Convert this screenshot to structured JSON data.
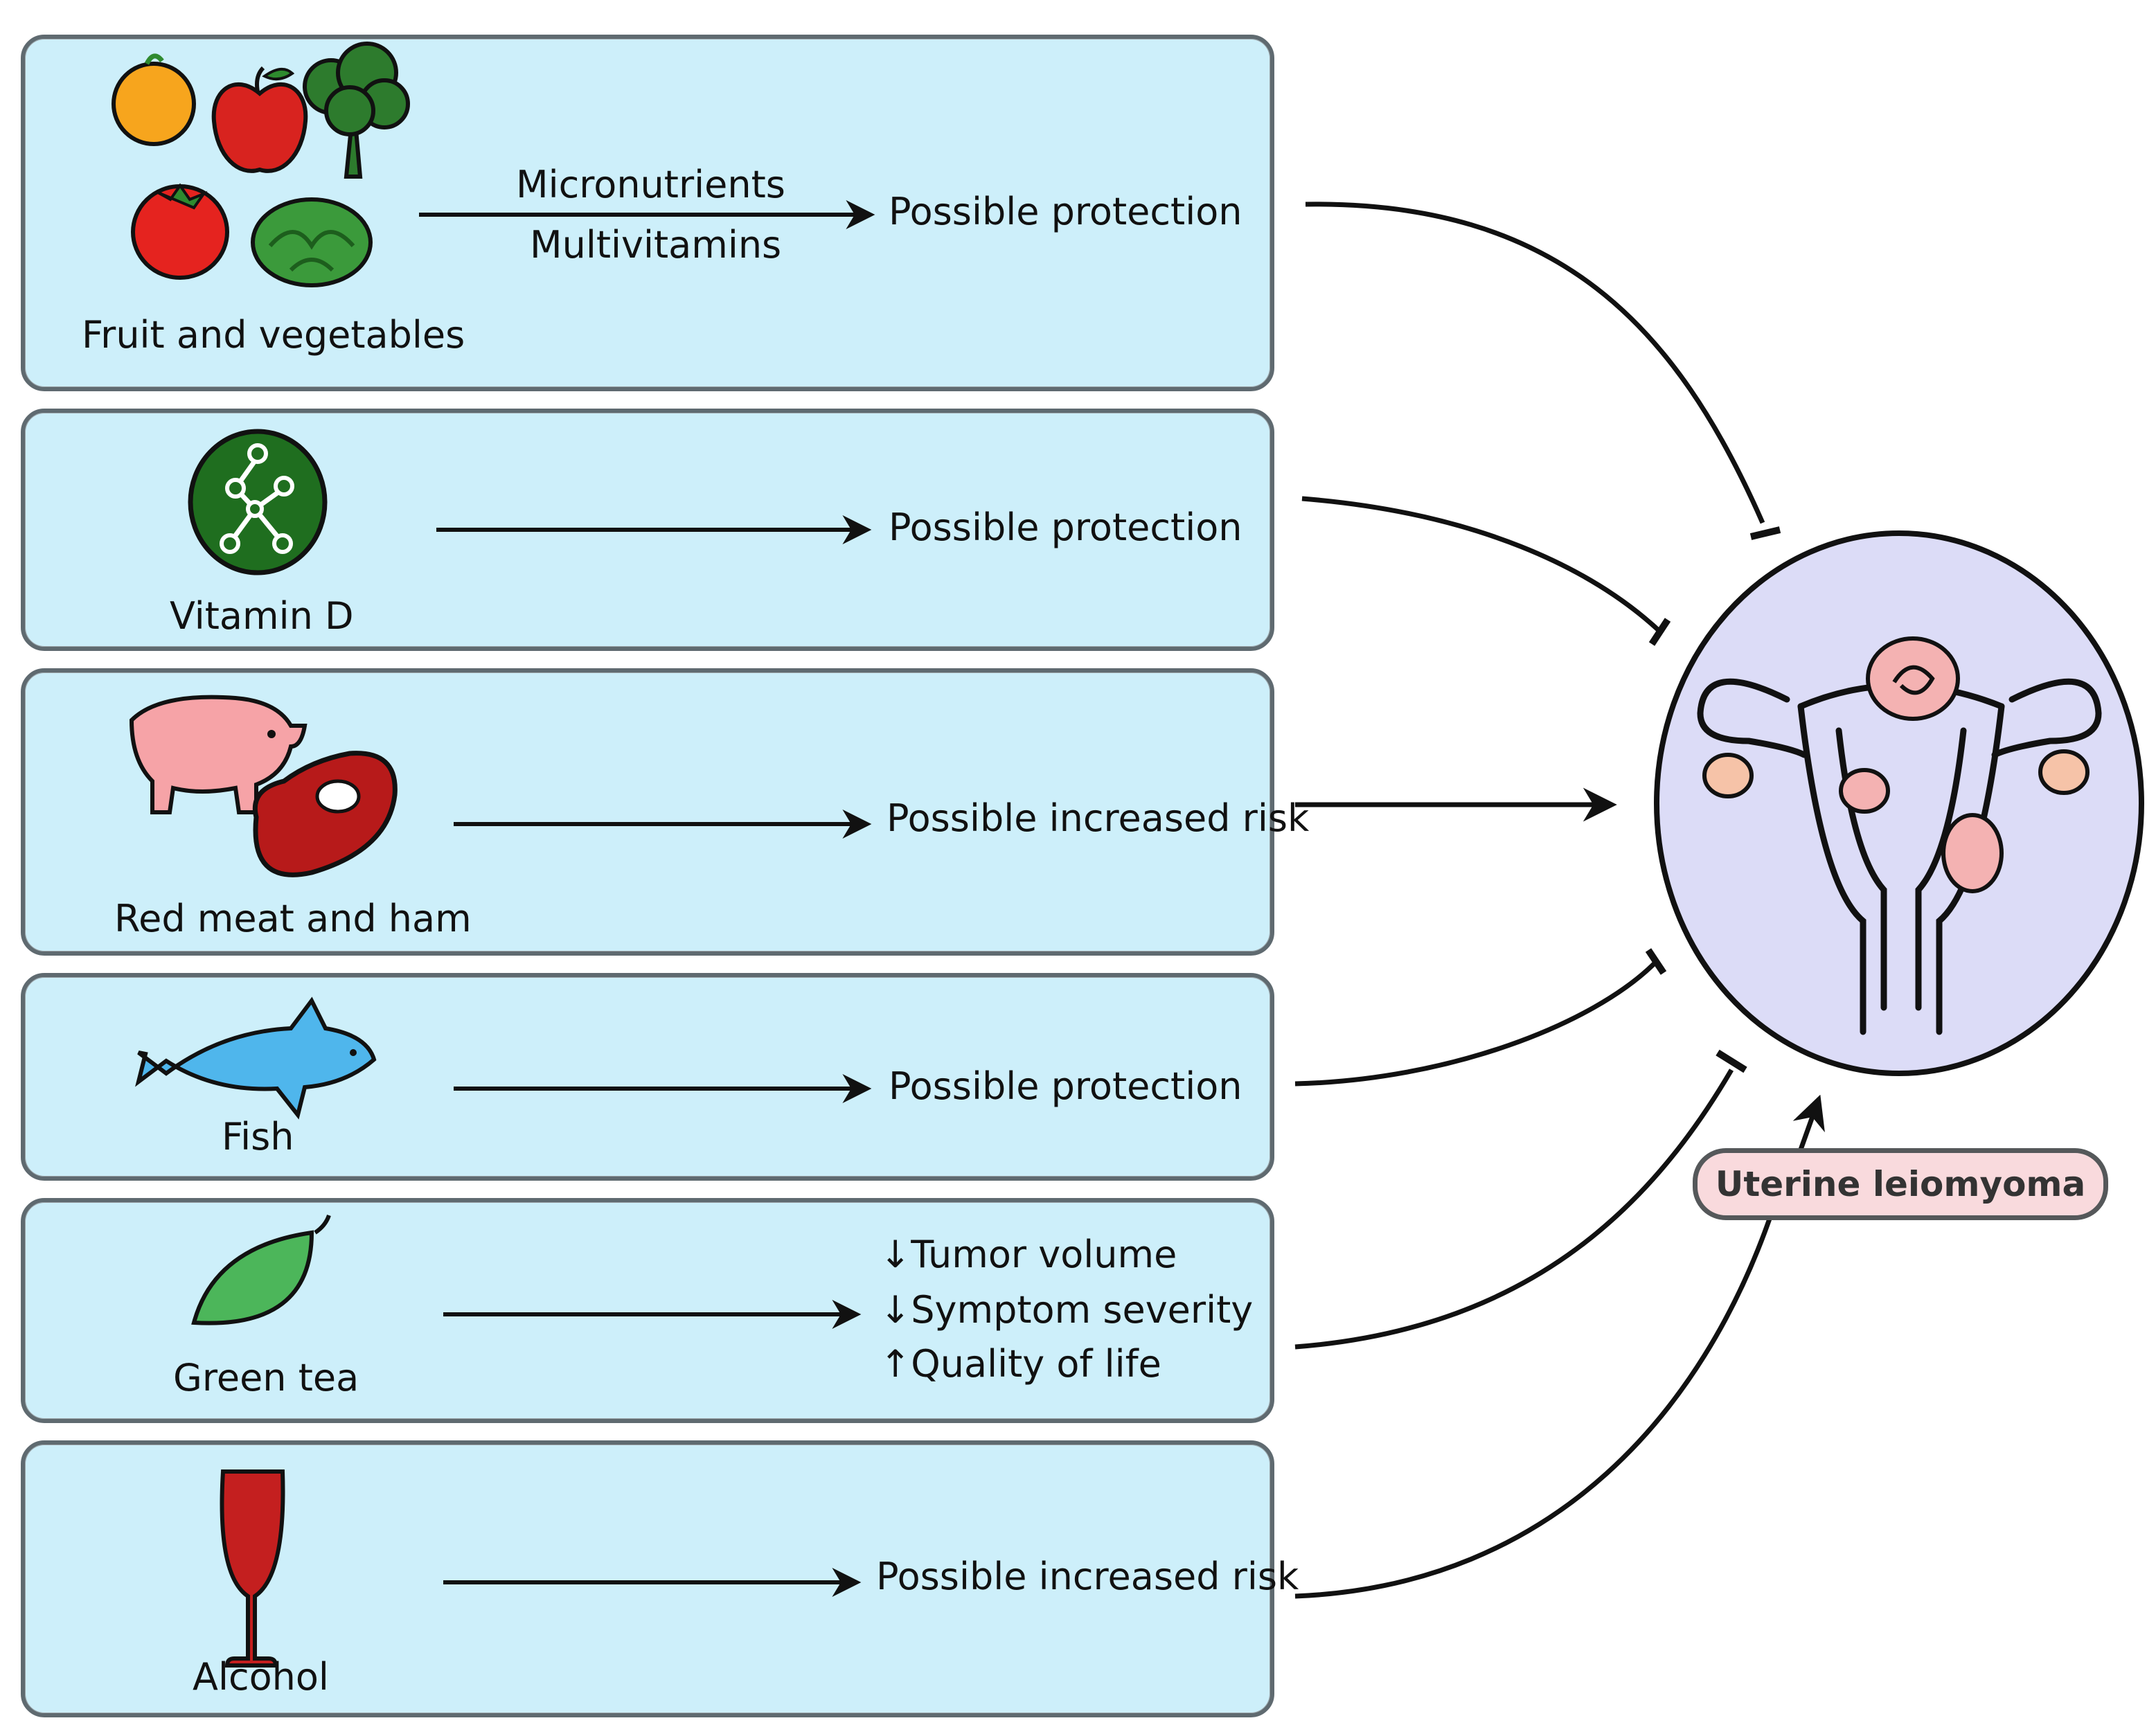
{
  "items": [
    {
      "food": "Fruit and vegetables",
      "mediators": [
        "Micronutrients",
        "Multivitamins"
      ],
      "outcome": [
        "Possible protection"
      ],
      "effect": "inhibit"
    },
    {
      "food": "Vitamin D",
      "mediators": [],
      "outcome": [
        "Possible protection"
      ],
      "effect": "inhibit"
    },
    {
      "food": "Red meat and ham",
      "mediators": [],
      "outcome": [
        "Possible increased risk"
      ],
      "effect": "promote"
    },
    {
      "food": "Fish",
      "mediators": [],
      "outcome": [
        "Possible protection"
      ],
      "effect": "inhibit"
    },
    {
      "food": "Green tea",
      "mediators": [],
      "outcome": [
        "↓Tumor volume",
        "↓Symptom severity",
        "↑Quality of life"
      ],
      "effect": "inhibit"
    },
    {
      "food": "Alcohol",
      "mediators": [],
      "outcome": [
        "Possible increased risk"
      ],
      "effect": "promote"
    }
  ],
  "target": {
    "label": "Uterine leiomyoma"
  },
  "colors": {
    "panel_fill": "#cdeffa",
    "panel_border": "#5f6a70",
    "target_fill": "#dcdcf7",
    "badge_fill": "#f9dadd",
    "fibroid": "#f4b2b2"
  },
  "icons": [
    "orange-icon",
    "apple-icon",
    "broccoli-icon",
    "tomato-icon",
    "lettuce-icon",
    "vitamin-d-molecule-icon",
    "pig-icon",
    "steak-icon",
    "fish-icon",
    "leaf-icon",
    "wine-glass-icon",
    "uterus-icon"
  ]
}
